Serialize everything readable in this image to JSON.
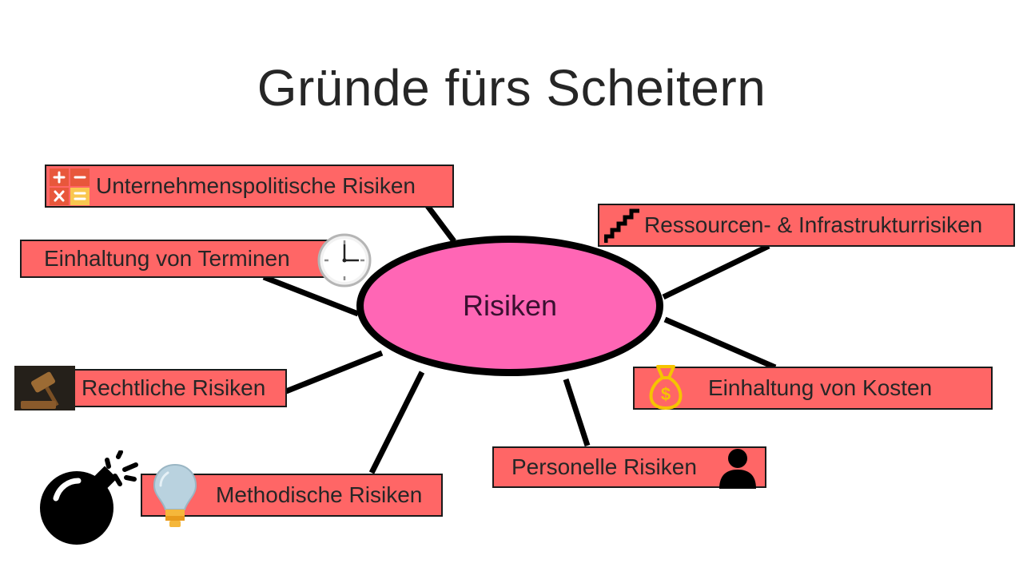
{
  "slide": {
    "title": "Gründe fürs Scheitern",
    "hub": {
      "label": "Risiken",
      "fill": "#ff66b5",
      "outline": "#000000"
    },
    "node_fill": "#ff6666",
    "nodes": [
      {
        "id": "unternehmenspolitisch",
        "label": "Unternehmenspolitische Risiken",
        "icon": "calculator-icon"
      },
      {
        "id": "ressourcen",
        "label": "Ressourcen- & Infrastrukturrisiken",
        "icon": "stairs-icon"
      },
      {
        "id": "termine",
        "label": "Einhaltung von Terminen",
        "icon": "clock-icon"
      },
      {
        "id": "kosten",
        "label": "Einhaltung von Kosten",
        "icon": "money-bag-icon"
      },
      {
        "id": "rechtlich",
        "label": "Rechtliche Risiken",
        "icon": "gavel-icon"
      },
      {
        "id": "personell",
        "label": "Personelle Risiken",
        "icon": "person-icon"
      },
      {
        "id": "methodisch",
        "label": "Methodische Risiken",
        "icon": "lightbulb-icon"
      }
    ],
    "decoration": {
      "icon": "bomb-icon"
    }
  }
}
